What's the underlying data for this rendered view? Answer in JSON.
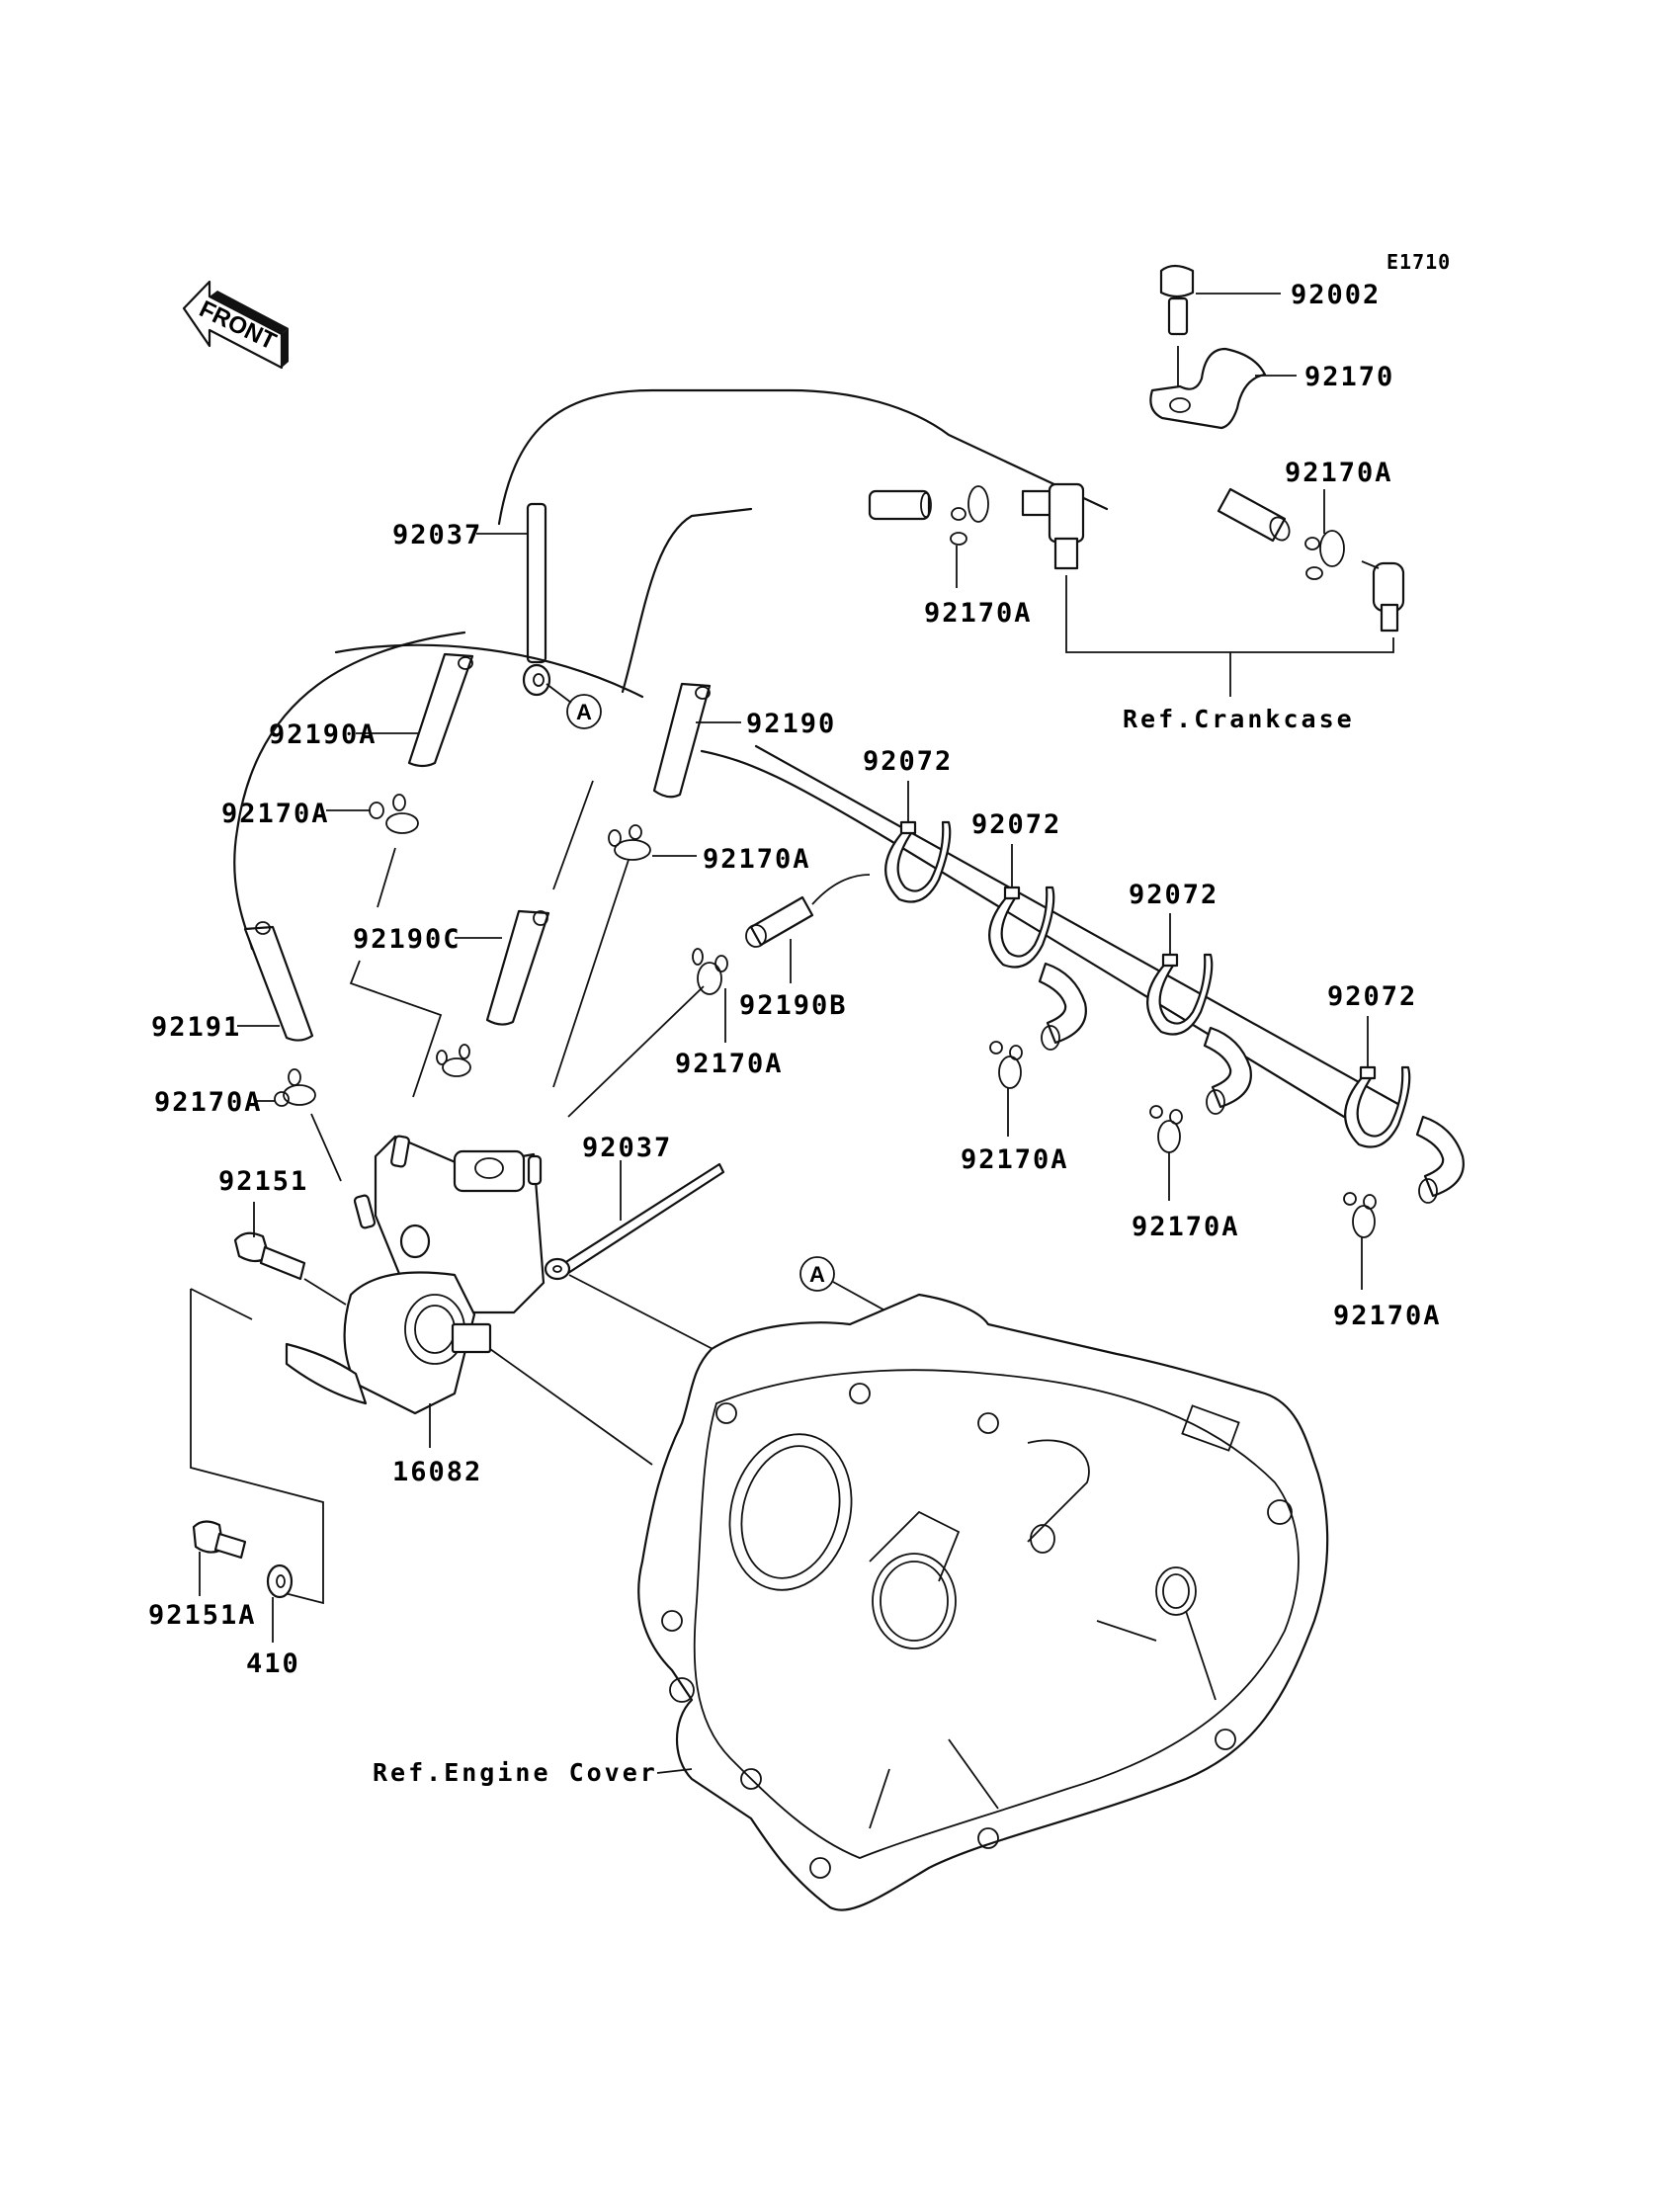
{
  "diagram": {
    "figure_code": "E1710",
    "orientation_marker": "FRONT",
    "reference_marker": "A",
    "references": {
      "crankcase": "Ref.Crankcase",
      "engine_cover": "Ref.Engine Cover"
    },
    "labels": {
      "bolt_92002": "92002",
      "clamp_92170": "92170",
      "clip_top_right": "92170A",
      "clip_top_center": "92170A",
      "band_92037_upper": "92037",
      "hose_92190A": "92190A",
      "hose_92190": "92190",
      "tie_1": "92072",
      "tie_2": "92072",
      "tie_3": "92072",
      "tie_4": "92072",
      "clip_left_upper": "92170A",
      "clip_mid": "92170A",
      "hose_92190C": "92190C",
      "hose_92190B": "92190B",
      "hose_92191": "92191",
      "clip_mid_lower": "92170A",
      "clip_left_lower": "92170A",
      "clip_tie_1": "92170A",
      "band_92037_lower": "92037",
      "bolt_92151": "92151",
      "clip_tie_2": "92170A",
      "clip_tie_3": "92170A",
      "pump_16082": "16082",
      "bolt_92151A": "92151A",
      "washer_410": "410"
    }
  }
}
